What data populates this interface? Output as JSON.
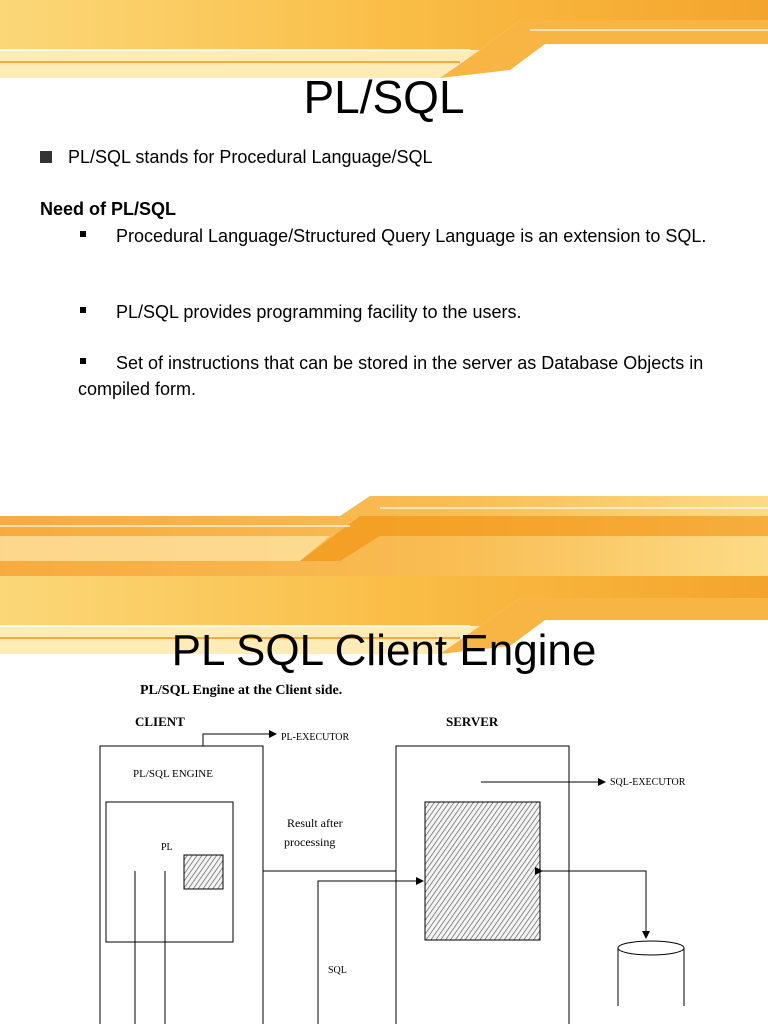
{
  "slide1": {
    "title": "PL/SQL",
    "bullet": "PL/SQL stands for Procedural Language/SQL",
    "heading": "Need of PL/SQL",
    "points": [
      "Procedural Language/Structured Query Language is an extension to SQL.",
      "PL/SQL provides programming facility to the users.",
      "Set of instructions that can be stored in the server as Database Objects in compiled form."
    ]
  },
  "slide2": {
    "title": "PL SQL Client Engine",
    "diagram": {
      "caption": "PL/SQL Engine at the Client side.",
      "client_label": "CLIENT",
      "server_label": "SERVER",
      "engine_label": "PL/SQL ENGINE",
      "pl_label": "PL",
      "pl_executor": "PL-EXECUTOR",
      "sql_executor": "SQL-EXECUTOR",
      "result_line1": "Result after",
      "result_line2": "processing",
      "sql_label": "SQL"
    }
  },
  "colors": {
    "band_orange": "#f7a823",
    "band_light": "#fde6a6",
    "bullet": "#333333"
  }
}
